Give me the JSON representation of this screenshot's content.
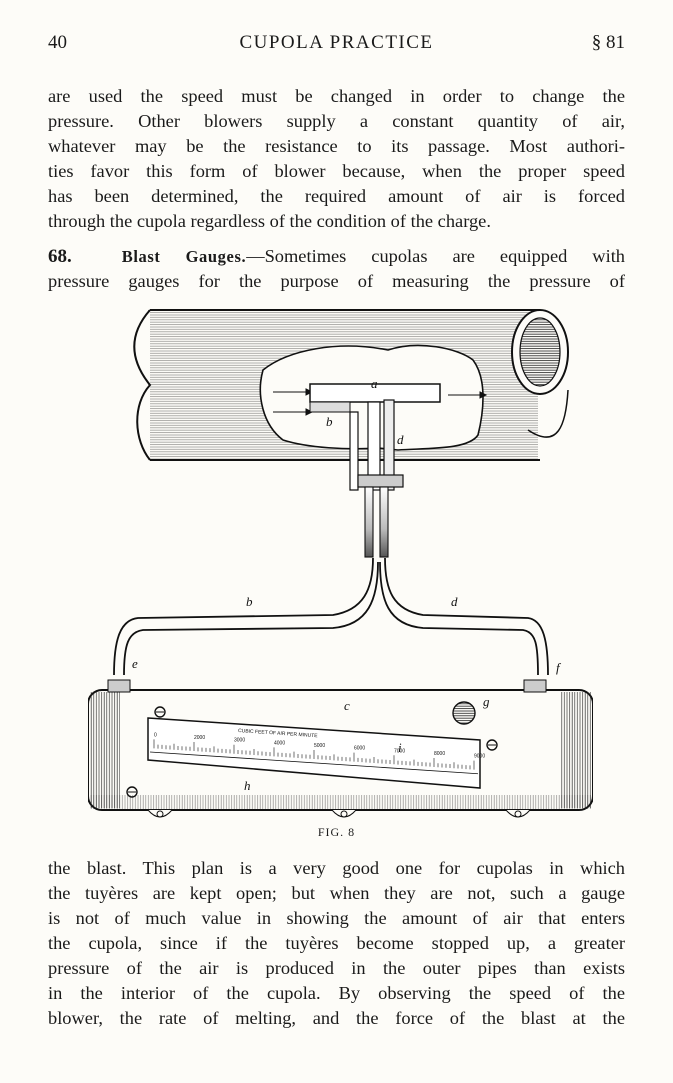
{
  "header": {
    "page_number": "40",
    "running_title": "CUPOLA PRACTICE",
    "section": "§ 81"
  },
  "para1": [
    "are used the speed must be changed in order to change the",
    "pressure. Other blowers supply a constant quantity of air,",
    "whatever may be the resistance to its passage. Most authori-",
    "ties favor this form of blower because, when the proper speed",
    "has been determined, the required amount of air is forced",
    "through the cupola regardless of the condition of the charge."
  ],
  "section68": {
    "number": "68.",
    "title": "Blast Gauges.",
    "line1_rest": "—Sometimes cupolas are equipped with",
    "line2": "pressure gauges for the purpose of measuring the pressure of"
  },
  "figure": {
    "labels": {
      "a": "a",
      "b_top": "b",
      "d_top": "d",
      "b": "b",
      "d": "d",
      "c": "c",
      "e": "e",
      "f": "f",
      "g": "g",
      "h": "h",
      "i": "i"
    },
    "scale_title": "CUBIC FEET OF AIR PER MINUTE",
    "scale_values": [
      "2000",
      "3000",
      "4000",
      "5000",
      "6000",
      "7000",
      "8000",
      "9000"
    ],
    "scale_zero": "0",
    "caption": "FIG. 8"
  },
  "para2": [
    "the blast. This plan is a very good one for cupolas in which",
    "the tuyères are kept open; but when they are not, such a gauge",
    "is not of much value in showing the amount of air that enters",
    "the cupola, since if the tuyères become stopped up, a greater",
    "pressure of the air is produced in the outer pipes than exists",
    "in the interior of the cupola. By observing the speed of the",
    "blower, the rate of melting, and the force of the blast at the"
  ]
}
